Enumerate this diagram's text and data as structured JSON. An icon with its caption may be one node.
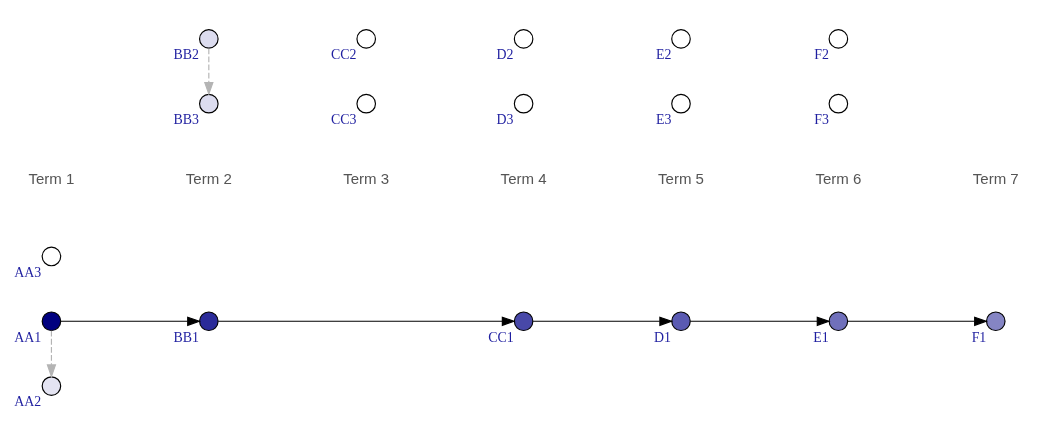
{
  "diagram": {
    "nodes": [
      {
        "text": [
          "AA1"
        ]
      },
      {
        "text": [
          "BB2"
        ]
      },
      {
        "text": [
          "CC1"
        ]
      },
      {
        "text": [
          "D1"
        ]
      },
      {
        "text": [
          "E1"
        ]
      },
      {
        "text": [
          "AA3"
        ]
      },
      {
        "text": [
          "BB1"
        ]
      },
      {
        "text": [
          "CC3"
        ]
      },
      {
        "text": [
          "D3"
        ]
      },
      {
        "text": [
          "E3"
        ]
      },
      {
        "text": [
          "F3"
        ]
      },
      {
        "text": [
          "AA2"
        ]
      },
      {
        "text": [
          "BB3"
        ]
      },
      {
        "text": [
          "CC2"
        ]
      },
      {
        "text": [
          "D2"
        ]
      },
      {
        "text": [
          "E2"
        ]
      },
      {
        "text": [
          "F2"
        ]
      },
      {
        "text": [
          "F1"
        ]
      }
    ],
    "edges": [
      {
        "from": 0,
        "to": 6,
        "arrow": "to"
      },
      {
        "from": 6,
        "to": 2,
        "arrow": "to"
      },
      {
        "from": 2,
        "to": 3,
        "arrow": "to"
      },
      {
        "from": 3,
        "to": 4,
        "arrow": "to"
      },
      {
        "from": 4,
        "to": 17,
        "arrow": "to"
      },
      {
        "from": 0,
        "to": 11,
        "arrow": "to",
        "style": "dashed",
        "color": "#b4b4b4"
      },
      {
        "from": 1,
        "to": 12,
        "arrow": "to",
        "style": "dashed",
        "color": "#b4b4b4"
      }
    ],
    "labels": [
      "Term 1",
      "Term 2",
      "Term 3",
      "Term 4",
      "Term 5",
      "Term 6",
      "Term 7"
    ]
  }
}
